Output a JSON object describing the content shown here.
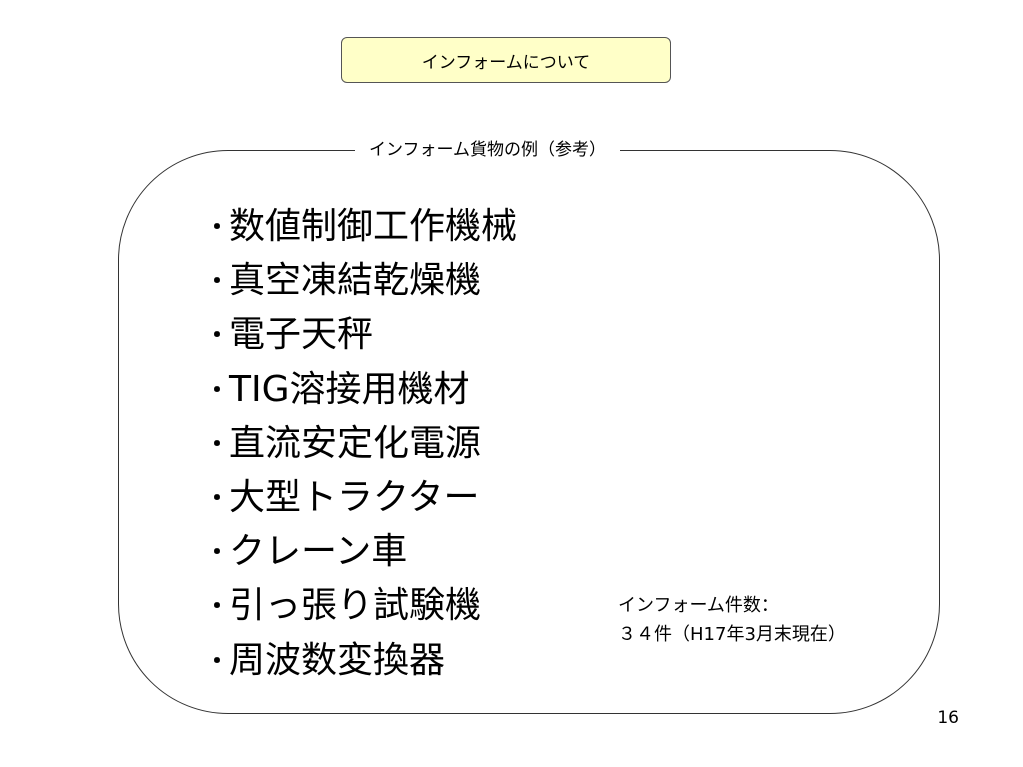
{
  "slide": {
    "title": "インフォームについて",
    "frame_label": "インフォーム貨物の例（参考）",
    "bullet": "・",
    "items": [
      "数値制御工作機械",
      "真空凍結乾燥機",
      "電子天秤",
      "TIG溶接用機材",
      "直流安定化電源",
      "大型トラクター",
      "クレーン車",
      "引っ張り試験機",
      "周波数変換器"
    ],
    "count_note": {
      "line1": "インフォーム件数：",
      "line2": "３４件（H17年3月末現在）"
    },
    "page_number": "16",
    "colors": {
      "title_fill": "#ffffc8",
      "title_border": "#555555",
      "frame_border": "#333333"
    }
  }
}
